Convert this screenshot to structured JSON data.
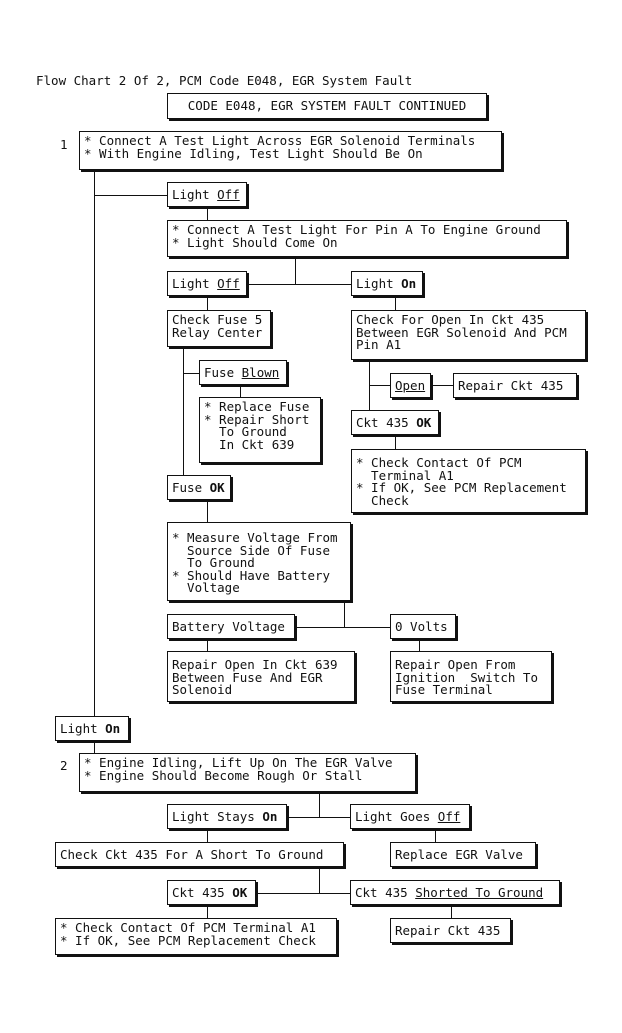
{
  "header": {
    "title": "Flow Chart 2 Of 2, PCM Code E048, EGR System Fault",
    "banner": "CODE E048, EGR SYSTEM FAULT CONTINUED"
  },
  "steps": {
    "s1_num": "1",
    "s1": "* Connect A Test Light Across EGR Solenoid Terminals\n* With Engine Idling, Test Light Should Be On",
    "s2_num": "2",
    "s2": "* Engine Idling, Lift Up On The EGR Valve\n* Engine Should Become Rough Or Stall"
  },
  "nodes": {
    "light_off_1": [
      "Light ",
      "Off"
    ],
    "connect_pin_a": "* Connect A Test Light For Pin A To Engine Ground\n* Light Should Come On",
    "light_off_2": [
      "Light ",
      "Off"
    ],
    "light_on_1": [
      "Light ",
      "On"
    ],
    "check_fuse5": "Check Fuse 5\nRelay Center",
    "fuse_blown": [
      "Fuse ",
      "Blown"
    ],
    "replace_fuse": "* Replace Fuse\n* Repair Short\n  To Ground\n  In Ckt 639",
    "fuse_ok": [
      "Fuse ",
      "OK"
    ],
    "measure_voltage": "* Measure Voltage From\n  Source Side Of Fuse\n  To Ground\n* Should Have Battery\n  Voltage",
    "battery_voltage": "Battery Voltage",
    "zero_volts": "0 Volts",
    "repair_open_639": "Repair Open In Ckt 639\nBetween Fuse And EGR\nSolenoid",
    "repair_open_ign": "Repair Open From\nIgnition  Switch To\nFuse Terminal",
    "check_open_435": "Check For Open In Ckt 435\nBetween EGR Solenoid And PCM\nPin A1",
    "open": "Open",
    "repair_ckt_435_a": "Repair Ckt 435",
    "ckt_435_ok_a": [
      "Ckt 435 ",
      "OK"
    ],
    "check_contact_a": "* Check Contact Of PCM\n  Terminal A1\n* If OK, See PCM Replacement\n  Check",
    "light_on_2": [
      "Light ",
      "On"
    ],
    "light_stays_on": [
      "Light Stays ",
      "On"
    ],
    "light_goes_off": [
      "Light Goes ",
      "Off"
    ],
    "check_short": "Check Ckt 435 For A Short To Ground",
    "replace_egr": "Replace EGR Valve",
    "ckt_435_ok_b": [
      "Ckt 435 ",
      "OK"
    ],
    "ckt_435_shorted": [
      "Ckt 435 ",
      "Shorted To Ground"
    ],
    "check_contact_b": "* Check Contact Of PCM Terminal A1\n* If OK, See PCM Replacement Check",
    "repair_ckt_435_b": "Repair Ckt 435"
  }
}
